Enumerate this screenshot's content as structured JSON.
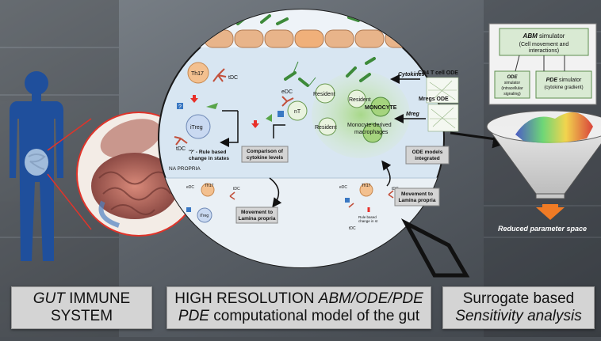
{
  "captions": {
    "left_l1_a": "GUT",
    "left_l1_b": " IMMUNE",
    "left_l2": "SYSTEM",
    "mid_l1_a": "HIGH RESOLUTION ",
    "mid_l1_b": "ABM/ODE/PDE",
    "mid_l2_a": "PDE",
    "mid_l2_b": " computational model of the gut",
    "right_l1": "Surrogate based",
    "right_l2": "Sensitivity analysis"
  },
  "cells": {
    "th17": "Th17",
    "tdc_top": "tDC",
    "itreg": "iTreg",
    "tdc_bottom": "tDC",
    "edc": "eDC",
    "nt": "nT",
    "resident1": "Resident",
    "resident2": "Resident",
    "resident3": "Resident",
    "monocyte": "MONOCYTE",
    "monocyte_derived_1": "Monocyte-derived",
    "monocyte_derived_2": "macrophages",
    "mini_th17": "Th17",
    "mini_edc": "eDC",
    "mini_tdc": "tDC",
    "mini_itreg": "iTreg",
    "mini_edc2": "eDC",
    "mini_th17b": "Th17",
    "mini_tdc2": "tDC",
    "mini_rule1": "Rule based",
    "mini_rule2": "change in st",
    "mini_tdc3": "tDC"
  },
  "labels": {
    "rule_based_1": "'?' - Rule based",
    "rule_based_2": "change in states",
    "lamina": "NA PROPRIA",
    "comparison_1": "Comparison of",
    "comparison_2": "cytokine levels",
    "movement_a_1": "Movement to",
    "movement_a_2": "Lamina propria",
    "movement_b_1": "Movement to",
    "movement_b_2": "Lamina propria",
    "cd4_ode": "CD4 T cell ODE",
    "mregs_ode": "Mregs ODE",
    "cytokines": "Cytokines",
    "mreg": "Mreg",
    "ode_integrated_1": "ODE models",
    "ode_integrated_2": "integrated",
    "question": "?"
  },
  "simulator": {
    "abm_title": "ABM",
    "abm_suffix": " simulator",
    "abm_sub1": "(Cell movement and",
    "abm_sub2": "interactions)",
    "ode_title": "ODE",
    "ode_line2": "simulator",
    "ode_line3": "(intracellular",
    "ode_line4": "signaling)",
    "pde_title": "PDE",
    "pde_suffix": " simulator",
    "pde_sub": "(cytokine gradient)"
  },
  "funnel": {
    "reduced_label": "Reduced parameter space"
  },
  "colors": {
    "tissue_bg": "#d8e6f2",
    "epithelium": "#e8b48a",
    "lamina_green": "#c6e3a8",
    "red_arrow": "#e8302a",
    "green_arrow": "#59a54a",
    "orange_arrow": "#f07b25",
    "body_blue": "#1f4f9c",
    "zoom_red": "#e0342a"
  }
}
